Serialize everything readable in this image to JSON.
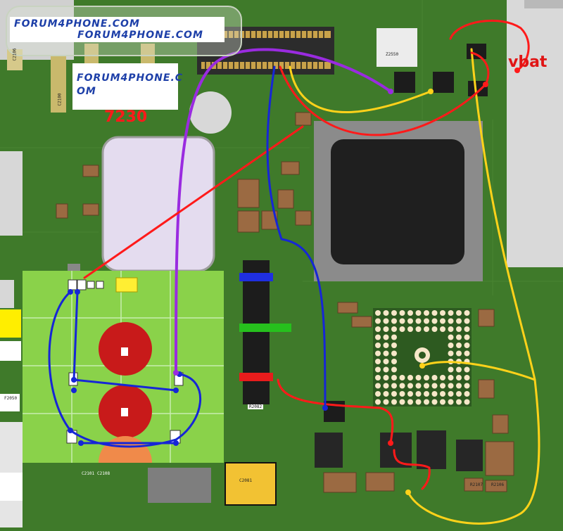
{
  "watermark": {
    "line1": "FORUM4PHONE.COM",
    "line2": "FORUM4PHONE.COM",
    "block_line1": "FORUM4PHONE.C",
    "block_line2": "OM"
  },
  "labels": {
    "model": "7230",
    "vbat": "vbat"
  },
  "components": {
    "c2106": "C2106",
    "c2100": "C2100",
    "r2082": "R2082",
    "c2081": "C2081",
    "c2108": "C2108",
    "r2107": "R2107",
    "r2106": "R2106",
    "c2101": "C2101",
    "f2050": "F2050",
    "z2550": "Z2550"
  },
  "colors": {
    "board": "#3f7a2a",
    "trace_red": "#ff1a1a",
    "trace_blue": "#1626d6",
    "trace_purple": "#9a2be0",
    "trace_yellow": "#ffd21a",
    "watermark_text": "#1d3fa8"
  }
}
